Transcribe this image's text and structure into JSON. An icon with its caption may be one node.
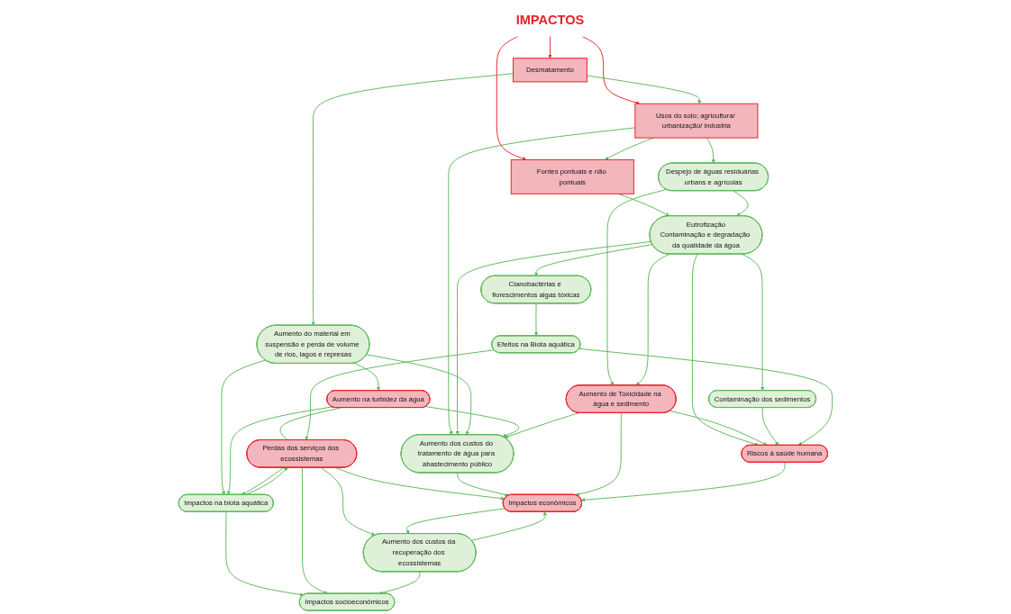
{
  "diagram": {
    "nodes": [
      {
        "text": [
          "IMPACTOS"
        ]
      },
      {
        "text": [
          "Desmatamento"
        ]
      },
      {
        "text": [
          "Usos do solo; agricultura/ urbanização/ industria"
        ]
      },
      {
        "text": [
          "Fontes pontuais e não pontuais"
        ]
      },
      {
        "text": [
          "Aumento do material em suspensão e perda de volume de rios, lagos e represas"
        ]
      },
      {
        "text": [
          "Despejo de águas residuárias urbans e agrícolas"
        ]
      },
      {
        "text": [
          "Cianobactérias e florescimentos algas tóxicas"
        ]
      },
      {
        "text": [
          "Eutrofização",
          "Contaminação e degradação da qualidade da água"
        ]
      },
      {
        "text": [
          "Aumento dos custos do tratamento de água para abastecimento público"
        ]
      },
      {
        "text": [
          "Impactos na biota aquática"
        ]
      },
      {
        "text": [
          "Aumento na turbidez da água"
        ]
      },
      {
        "text": [
          "Aumento de Toxicidade na água e sedimento"
        ]
      },
      {
        "text": [
          "Contaminação dos sedimentos"
        ]
      },
      {
        "text": [
          "Efeitos na Biota aquática"
        ]
      },
      {
        "text": [
          "Impactos socioeconômicos"
        ]
      },
      {
        "text": [
          "Perdas dos serviços dos ecossistemas"
        ]
      },
      {
        "text": [
          "Impactos econômicos"
        ]
      },
      {
        "text": [
          "Riscos à saúde humana"
        ]
      },
      {
        "text": [
          "Aumento dos custos da recuperação dos ecossistemas"
        ]
      }
    ],
    "edges": [
      {
        "from": 0,
        "to": 1,
        "arrow": "to",
        "color": "#e8202a"
      },
      {
        "from": 0,
        "to": 2,
        "arrow": "to",
        "color": "#e8202a"
      },
      {
        "from": 0,
        "to": 3,
        "arrow": "to",
        "color": "#e8202a"
      },
      {
        "from": 1,
        "to": 2,
        "arrow": "to"
      },
      {
        "from": 2,
        "to": 3,
        "arrow": "to"
      },
      {
        "from": 1,
        "to": 4,
        "arrow": "to"
      },
      {
        "from": 2,
        "to": 8,
        "arrow": "to"
      },
      {
        "from": 2,
        "to": 5,
        "arrow": "to"
      },
      {
        "from": 3,
        "to": 7,
        "arrow": "to"
      },
      {
        "from": 5,
        "to": 7,
        "arrow": "to"
      },
      {
        "from": 5,
        "to": 11,
        "arrow": "to"
      },
      {
        "from": 7,
        "to": 8,
        "arrow": "to"
      },
      {
        "from": 7,
        "to": 6,
        "arrow": "to"
      },
      {
        "from": 6,
        "to": 13,
        "arrow": "to"
      },
      {
        "from": 4,
        "to": 8,
        "arrow": "to"
      },
      {
        "from": 4,
        "to": 10,
        "arrow": "to"
      },
      {
        "from": 4,
        "to": 9,
        "arrow": "to"
      },
      {
        "from": 10,
        "to": 9,
        "arrow": "to"
      },
      {
        "from": 10,
        "to": 8,
        "arrow": "to"
      },
      {
        "from": 10,
        "to": 15,
        "arrow": "none"
      },
      {
        "from": 9,
        "to": 15,
        "arrow": "to"
      },
      {
        "from": 15,
        "to": 9,
        "arrow": "to"
      },
      {
        "from": 9,
        "to": 14,
        "arrow": "to"
      },
      {
        "from": 15,
        "to": 14,
        "arrow": "to"
      },
      {
        "from": 15,
        "to": 18,
        "arrow": "to"
      },
      {
        "from": 15,
        "to": 16,
        "arrow": "to"
      },
      {
        "from": 8,
        "to": 16,
        "arrow": "to"
      },
      {
        "from": 11,
        "to": 8,
        "arrow": "to"
      },
      {
        "from": 7,
        "to": 11,
        "arrow": "to"
      },
      {
        "from": 7,
        "to": 12,
        "arrow": "to"
      },
      {
        "from": 7,
        "to": 17,
        "arrow": "to"
      },
      {
        "from": 11,
        "to": 16,
        "arrow": "to"
      },
      {
        "from": 11,
        "to": 17,
        "arrow": "to"
      },
      {
        "from": 12,
        "to": 17,
        "arrow": "to"
      },
      {
        "from": 13,
        "to": 17,
        "arrow": "to"
      },
      {
        "from": 13,
        "to": 15,
        "arrow": "to"
      },
      {
        "from": 17,
        "to": 16,
        "arrow": "to"
      },
      {
        "from": 18,
        "to": 16,
        "arrow": "to"
      },
      {
        "from": 16,
        "to": 18,
        "arrow": "to"
      },
      {
        "from": 18,
        "to": 14,
        "arrow": "to"
      }
    ]
  }
}
